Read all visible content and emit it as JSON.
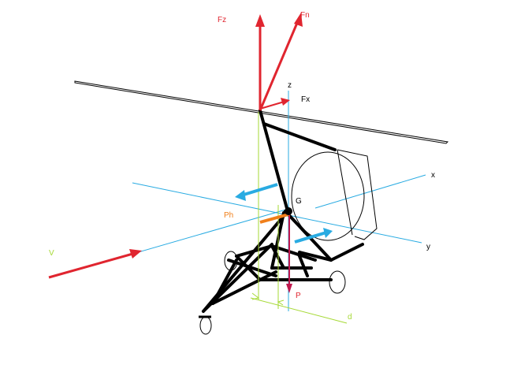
{
  "colors": {
    "force": "#e0252f",
    "axis": "#29abe2",
    "frame": "#000000",
    "ph": "#f07f1a",
    "measure": "#a6d936",
    "weight": "#c0174d"
  },
  "labels": {
    "fz": "Fz",
    "fn": "Fn",
    "z": "z",
    "fx": "Fx",
    "x": "x",
    "g": "G",
    "ph": "Ph",
    "y": "y",
    "v": "V",
    "p": "P",
    "d": "d"
  }
}
